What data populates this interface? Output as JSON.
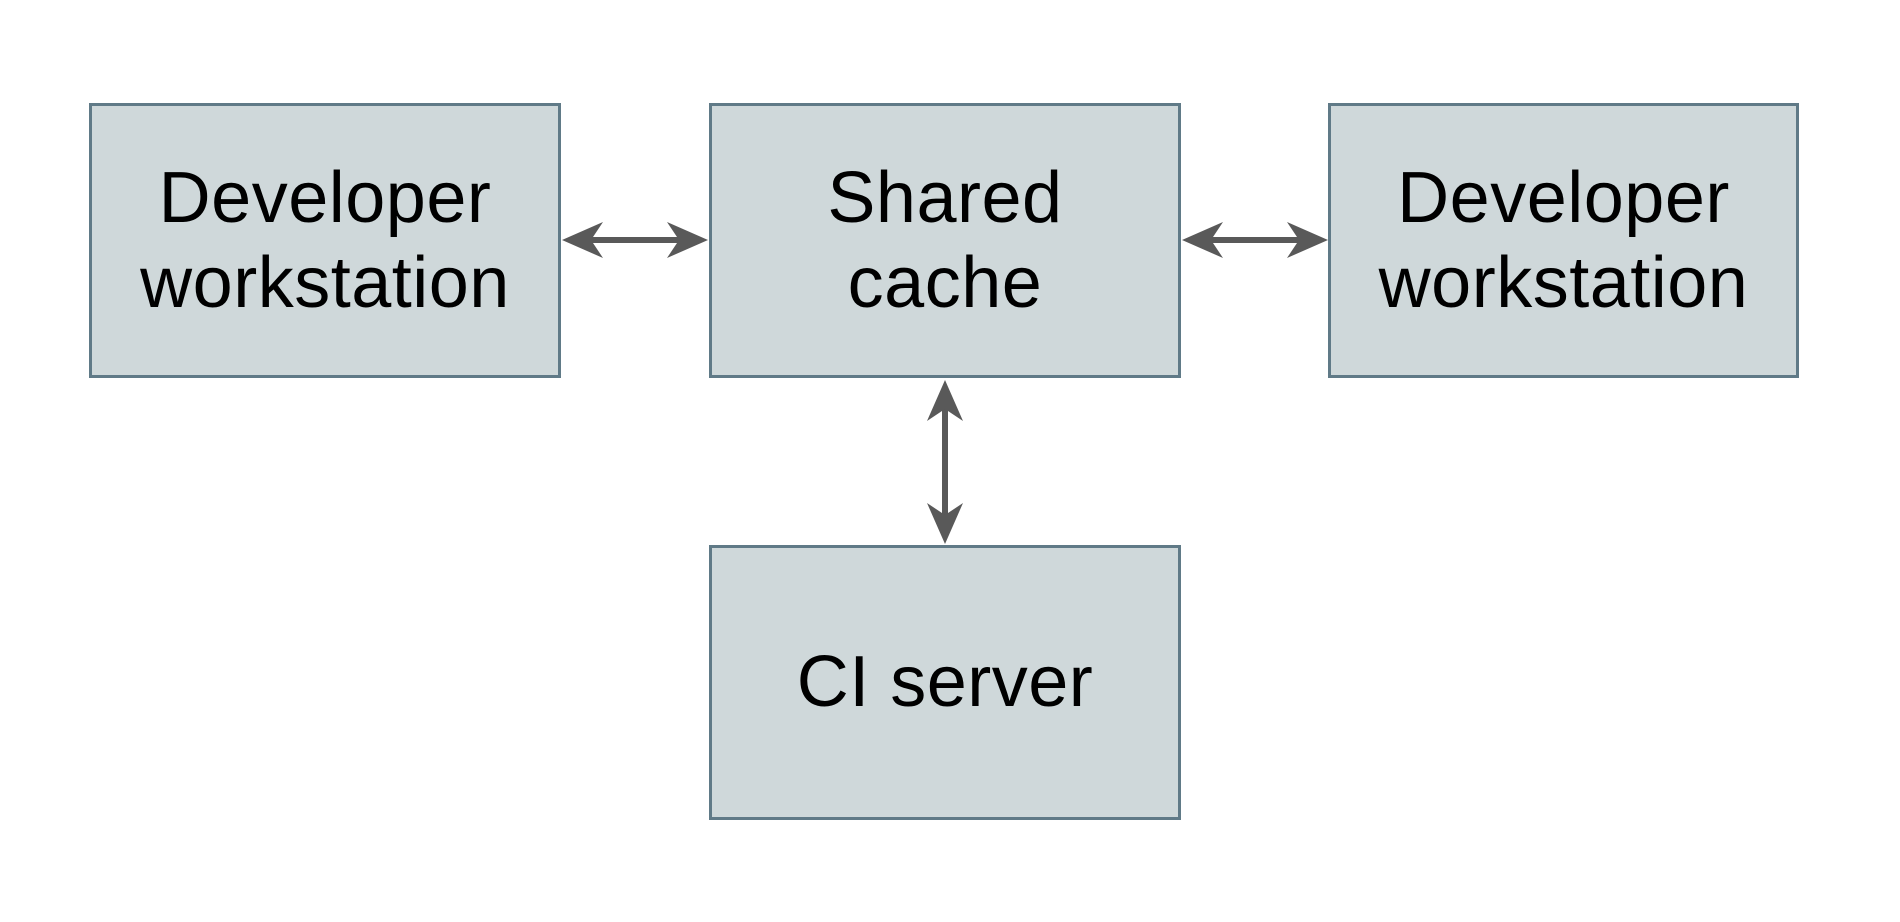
{
  "colors": {
    "canvas_bg": "#ffffff",
    "node_fill": "#cfd8da",
    "node_border": "#607a87",
    "arrow": "#595959",
    "label_text": "#000000"
  },
  "nodes": [
    {
      "id": "developer-workstation-left",
      "label": "Developer\nworkstation"
    },
    {
      "id": "shared-cache",
      "label": "Shared\ncache"
    },
    {
      "id": "developer-workstation-right",
      "label": "Developer\nworkstation"
    },
    {
      "id": "ci-server",
      "label": "CI server"
    }
  ],
  "edges": [
    {
      "from": "developer-workstation-left",
      "to": "shared-cache",
      "direction": "bidirectional",
      "orientation": "horizontal"
    },
    {
      "from": "shared-cache",
      "to": "developer-workstation-right",
      "direction": "bidirectional",
      "orientation": "horizontal"
    },
    {
      "from": "shared-cache",
      "to": "ci-server",
      "direction": "bidirectional",
      "orientation": "vertical"
    }
  ]
}
